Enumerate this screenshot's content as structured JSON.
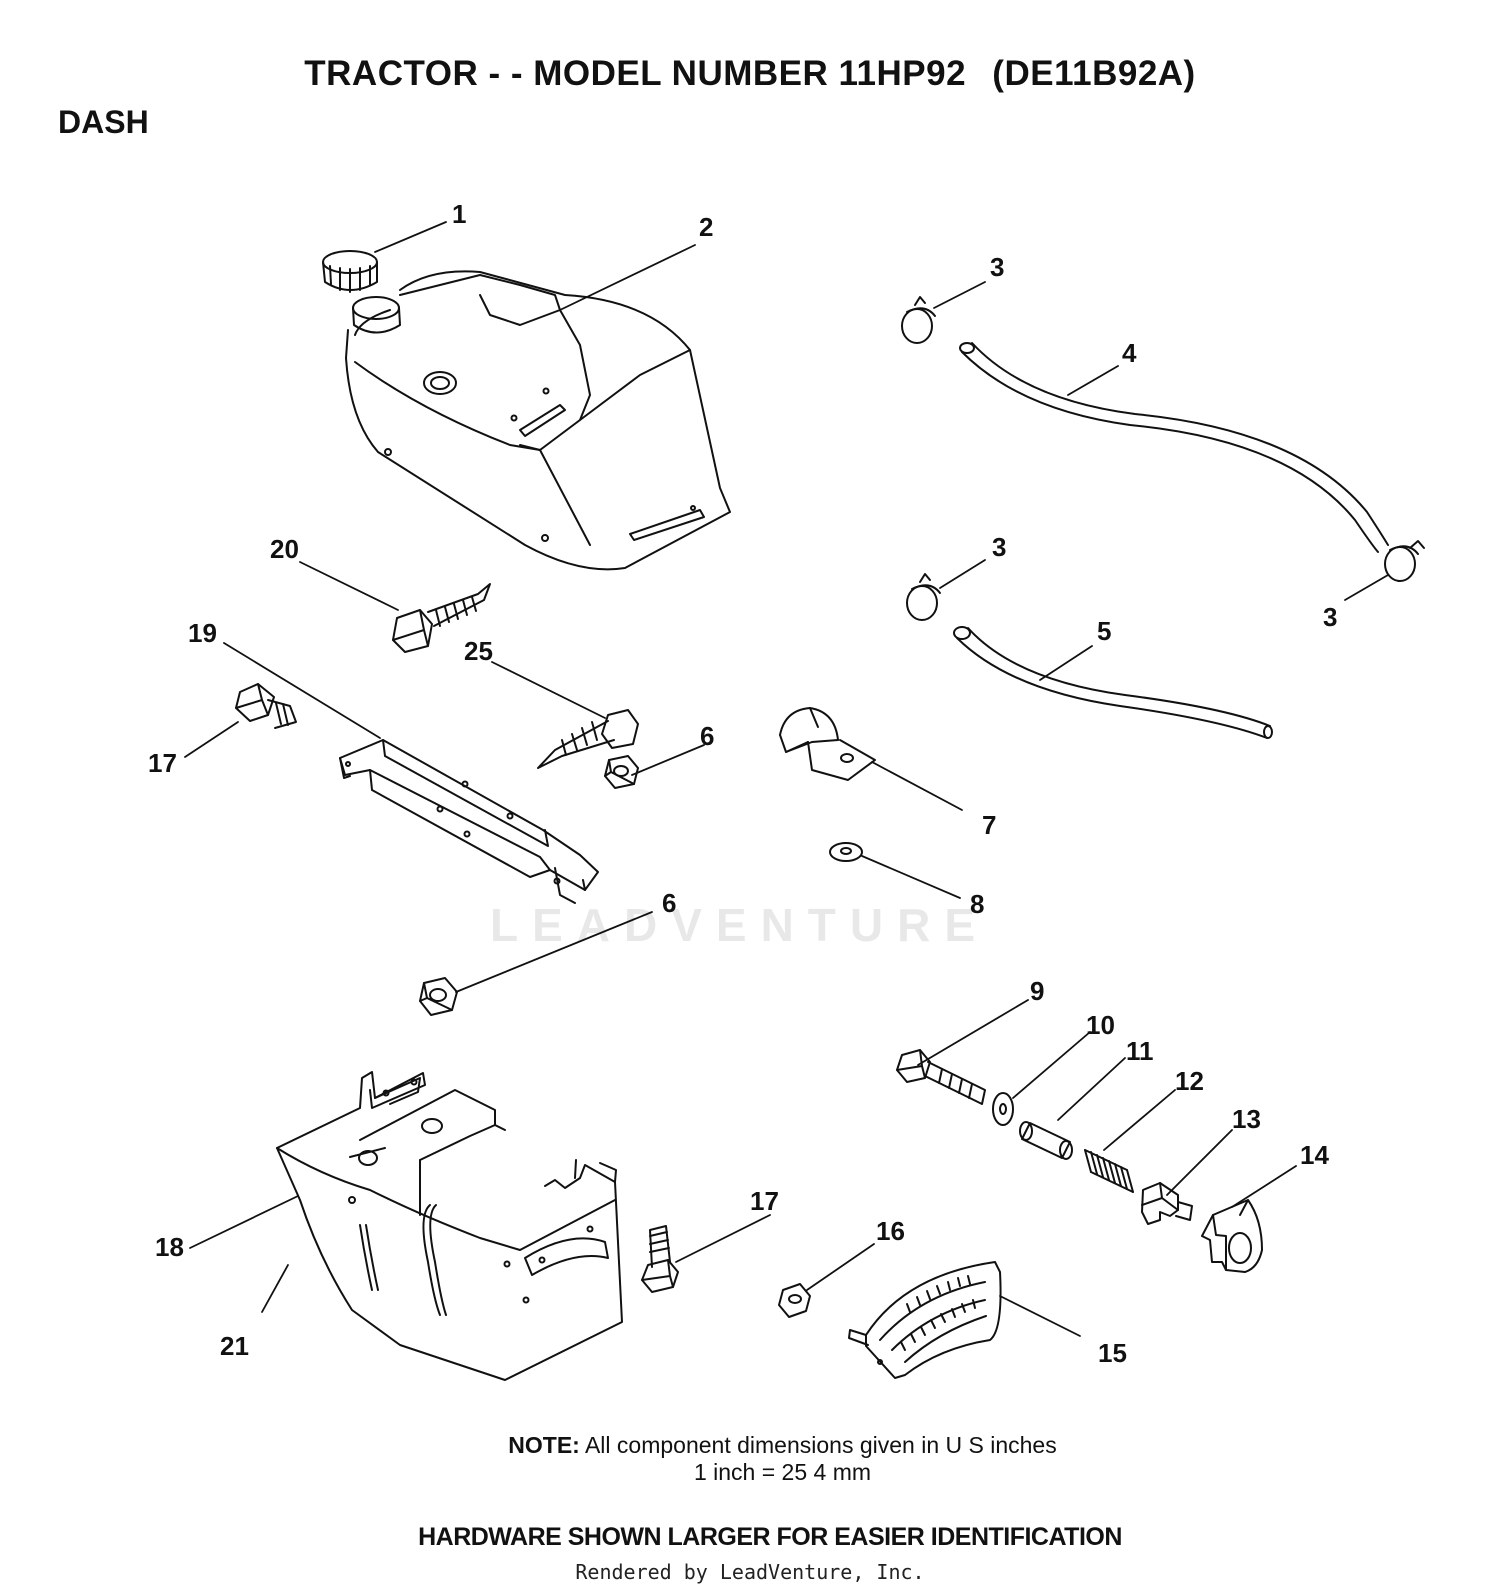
{
  "header": {
    "title_left": "TRACTOR - - MODEL NUMBER 11HP92",
    "title_right": "(DE11B92A)",
    "section": "DASH"
  },
  "callouts": [
    {
      "id": "c1",
      "text": "1"
    },
    {
      "id": "c2",
      "text": "2"
    },
    {
      "id": "c3a",
      "text": "3"
    },
    {
      "id": "c4",
      "text": "4"
    },
    {
      "id": "c3b",
      "text": "3"
    },
    {
      "id": "c3c",
      "text": "3"
    },
    {
      "id": "c5",
      "text": "5"
    },
    {
      "id": "c20",
      "text": "20"
    },
    {
      "id": "c19",
      "text": "19"
    },
    {
      "id": "c25",
      "text": "25"
    },
    {
      "id": "c17a",
      "text": "17"
    },
    {
      "id": "c6a",
      "text": "6"
    },
    {
      "id": "c7",
      "text": "7"
    },
    {
      "id": "c8",
      "text": "8"
    },
    {
      "id": "c6b",
      "text": "6"
    },
    {
      "id": "c9",
      "text": "9"
    },
    {
      "id": "c10",
      "text": "10"
    },
    {
      "id": "c11",
      "text": "11"
    },
    {
      "id": "c12",
      "text": "12"
    },
    {
      "id": "c13",
      "text": "13"
    },
    {
      "id": "c14",
      "text": "14"
    },
    {
      "id": "c17b",
      "text": "17"
    },
    {
      "id": "c16",
      "text": "16"
    },
    {
      "id": "c18",
      "text": "18"
    },
    {
      "id": "c21",
      "text": "21"
    },
    {
      "id": "c15",
      "text": "15"
    }
  ],
  "note": {
    "label": "NOTE:",
    "line1": "All component dimensions given in U S  inches",
    "line2": "1 inch = 25 4 mm"
  },
  "footer": {
    "hardware": "HARDWARE SHOWN LARGER FOR EASIER IDENTIFICATION",
    "rendered_by": "Rendered by LeadVenture, Inc."
  },
  "watermark": "LEADVENTURE"
}
